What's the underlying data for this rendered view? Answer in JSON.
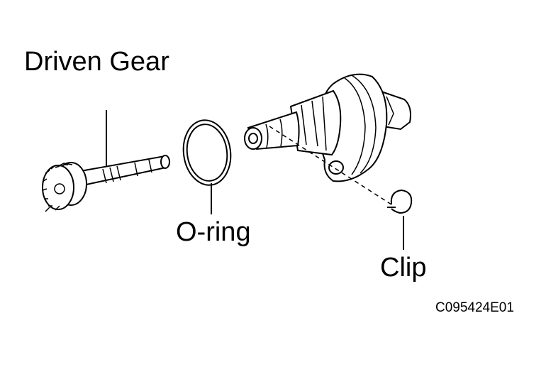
{
  "labels": {
    "driven_gear": "Driven Gear",
    "o_ring": "O-ring",
    "clip": "Clip",
    "figure_code": "C095424E01"
  },
  "colors": {
    "line": "#000000",
    "background": "#ffffff"
  }
}
